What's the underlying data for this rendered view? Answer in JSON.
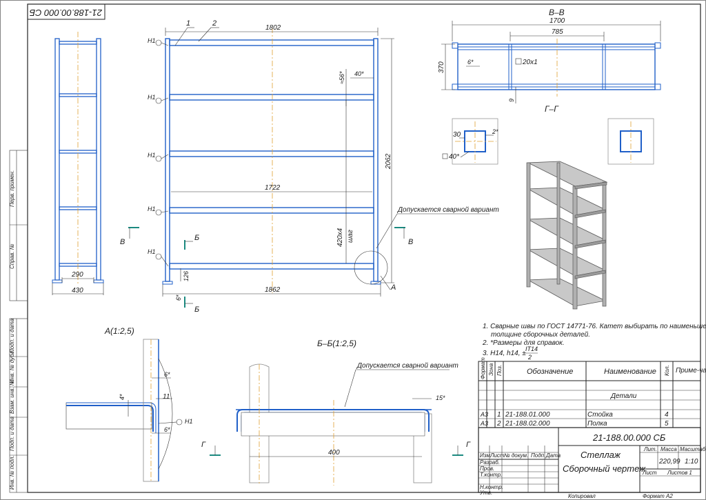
{
  "stamp": {
    "rotated_designation": "21-188.00.000 СБ",
    "designation": "21-188.00.000 СБ",
    "name_line1": "Стеллаж",
    "name_line2": "Сборочный чертеж",
    "mass": "220,99",
    "scale": "1:10",
    "lit_label": "Лит.",
    "mass_label": "Масса",
    "scale_label": "Масштаб",
    "sheet_label": "Лист",
    "sheets_label": "Листов 1",
    "copied": "Копировал",
    "format": "Формат   А2",
    "change_cols": [
      "Изм.",
      "Лист",
      "№ докум.",
      "Подп.",
      "Дата"
    ],
    "roles": [
      "Разраб.",
      "Пров.",
      "Т.контр.",
      "Н.контр.",
      "Утв."
    ]
  },
  "side_frame": {
    "labels": [
      "Перв. примен.",
      "Справ. №",
      "Подп. и дата",
      "Инв. № дубл.",
      "Взам. инв. №",
      "Подп. и дата",
      "Инв. № подл."
    ]
  },
  "spec": {
    "headers": [
      "Формат",
      "Зона",
      "Поз.",
      "Обозначение",
      "Наименование",
      "Кол.",
      "Приме-чание"
    ],
    "section": "Детали",
    "rows": [
      {
        "format": "А3",
        "pos": "1",
        "designation": "21-188.01.000",
        "name": "Стойка",
        "qty": "4"
      },
      {
        "format": "А3",
        "pos": "2",
        "designation": "21-188.02.000",
        "name": "Полка",
        "qty": "5"
      }
    ]
  },
  "notes": {
    "n1a": "1. Сварные швы по ГОСТ 14771-76. Катет выбирать по наименьшей",
    "n1b": "толщине сборочных деталей.",
    "n2": "2. *Размеры для справок.",
    "n3": "3. Н14, h14, ±",
    "n3_frac_top": "IT14",
    "n3_frac_bot": "2"
  },
  "front_view": {
    "width_overall_top": "1802",
    "width_inner": "1722",
    "width_bottom": "1862",
    "height": "2062",
    "dim_40": "40*",
    "dim_56": "≈56*",
    "dim_420": "420х4",
    "dim_420b": "шаг",
    "dim_126": "126",
    "dim_6": "6*",
    "pos1": "1",
    "pos2": "2",
    "weld_marks": [
      "Н1",
      "Н1",
      "Н1",
      "Н1",
      "Н1"
    ],
    "weld_note": "Допускается сварной вариант",
    "section_b": "Б",
    "section_v": "В",
    "view_a": "А"
  },
  "side_view": {
    "dim_290": "290",
    "dim_430": "430"
  },
  "view_vv": {
    "title": "В–В",
    "dim_1700": "1700",
    "dim_785": "785",
    "dim_370": "370",
    "dim_6": "6*",
    "dim_20x1": "20х1",
    "dim_9": "9"
  },
  "view_gg": {
    "title": "Г–Г",
    "dim_30": "30",
    "dim_2": "2*",
    "dim_40": "40*"
  },
  "detail_a": {
    "title": "А(1:2,5)",
    "dim_6a": "6*",
    "dim_11": "11",
    "dim_4": "4*",
    "dim_6b": "6*",
    "weld": "Н1"
  },
  "section_bb": {
    "title": "Б–Б(1:2,5)",
    "weld_note": "Допускается сварной вариант",
    "dim_15": "15*",
    "dim_400": "400",
    "cut_left": "Г",
    "cut_right": "Г"
  }
}
